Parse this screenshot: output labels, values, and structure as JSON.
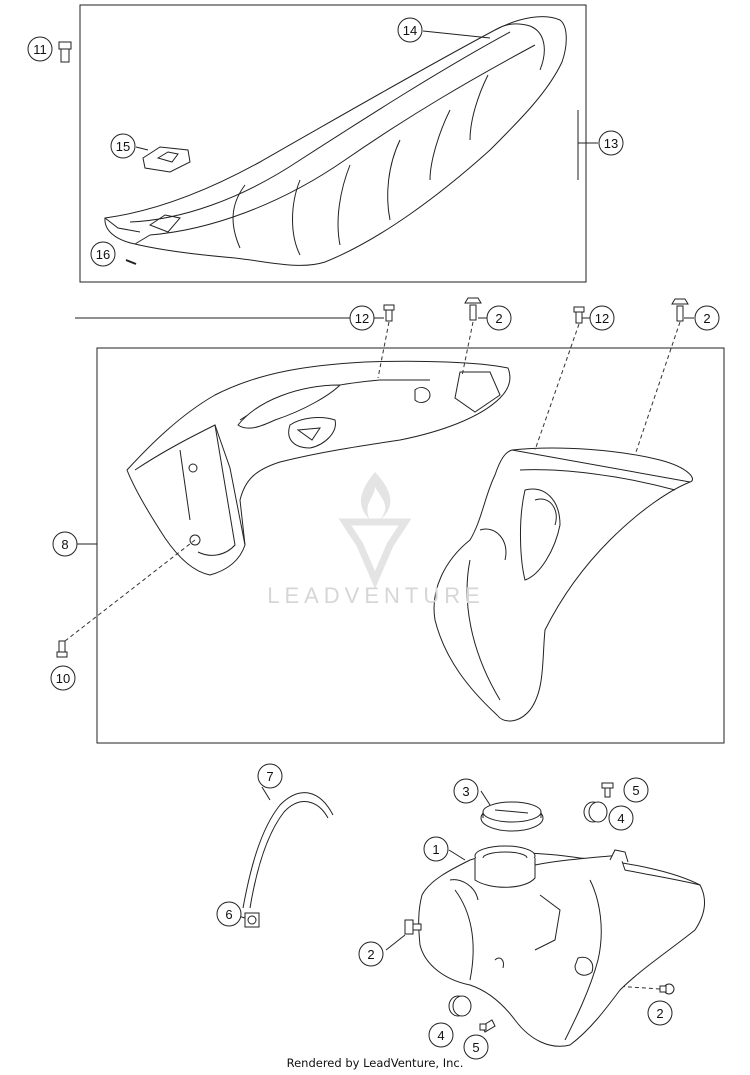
{
  "callouts": [
    {
      "id": "c1",
      "label": "1"
    },
    {
      "id": "c2a",
      "label": "2"
    },
    {
      "id": "c2b",
      "label": "2"
    },
    {
      "id": "c2c",
      "label": "2"
    },
    {
      "id": "c2d",
      "label": "2"
    },
    {
      "id": "c3",
      "label": "3"
    },
    {
      "id": "c4a",
      "label": "4"
    },
    {
      "id": "c4b",
      "label": "4"
    },
    {
      "id": "c5a",
      "label": "5"
    },
    {
      "id": "c5b",
      "label": "5"
    },
    {
      "id": "c6",
      "label": "6"
    },
    {
      "id": "c7",
      "label": "7"
    },
    {
      "id": "c8",
      "label": "8"
    },
    {
      "id": "c10",
      "label": "10"
    },
    {
      "id": "c11",
      "label": "11"
    },
    {
      "id": "c12a",
      "label": "12"
    },
    {
      "id": "c12b",
      "label": "12"
    },
    {
      "id": "c13",
      "label": "13"
    },
    {
      "id": "c14",
      "label": "14"
    },
    {
      "id": "c15",
      "label": "15"
    },
    {
      "id": "c16",
      "label": "16"
    }
  ],
  "watermark": "LEADVENTURE",
  "footer": "Rendered by LeadVenture, Inc."
}
